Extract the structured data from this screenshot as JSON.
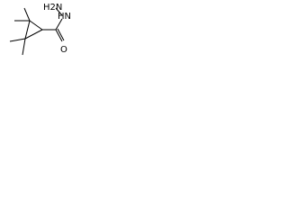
{
  "molecule": {
    "atoms": {
      "hydrazide_n": "HN",
      "hydrazide_h2": "2",
      "hydrazide_nh2": "H2N",
      "carbonyl_o": "O"
    },
    "colors": {
      "bond": "#000000",
      "label": "#000000",
      "background": "#ffffff"
    }
  }
}
